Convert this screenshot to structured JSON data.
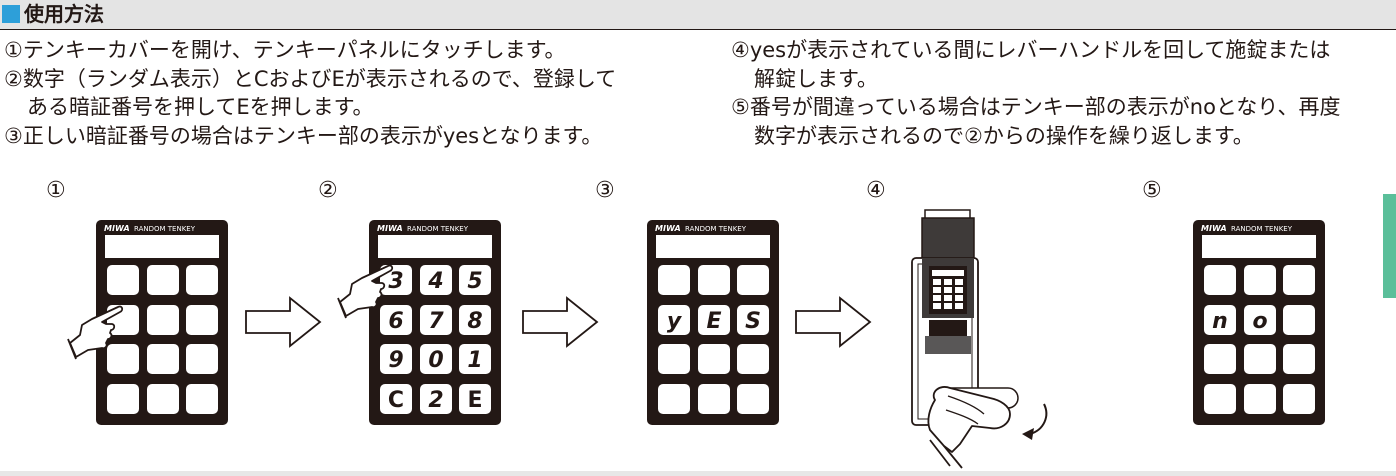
{
  "section": {
    "title": "使用方法",
    "accent_color": "#2d9fd9"
  },
  "instructions": {
    "left": [
      "①テンキーカバーを開け、テンキーパネルにタッチします。",
      "②数字（ランダム表示）とCおよびEが表示されるので、登録して",
      "ある暗証番号を押してEを押します。",
      "③正しい暗証番号の場合はテンキー部の表示がyesとなります。"
    ],
    "right": [
      "④yesが表示されている間にレバーハンドルを回して施錠または",
      "解錠します。",
      "⑤番号が間違っている場合はテンキー部の表示がnoとなり、再度",
      "数字が表示されるので②からの操作を繰り返します。"
    ]
  },
  "steps": [
    "①",
    "②",
    "③",
    "④",
    "⑤"
  ],
  "keypad": {
    "brand": "MIWA",
    "model": "RANDOM TENKEY",
    "step2_keys": [
      "3",
      "4",
      "5",
      "6",
      "7",
      "8",
      "9",
      "0",
      "1",
      "C",
      "2",
      "E"
    ],
    "step3_keys": [
      "y",
      "E",
      "S"
    ],
    "step5_keys": [
      "n",
      "o"
    ]
  },
  "icons": [
    "finger-pointer-icon",
    "right-arrow-icon",
    "hand-turning-lever-icon",
    "rotate-arrow-icon"
  ],
  "colors": {
    "header_background": "#e4e4e4",
    "keypad_body": "#231815",
    "side_tab": "#5bbf9a"
  }
}
